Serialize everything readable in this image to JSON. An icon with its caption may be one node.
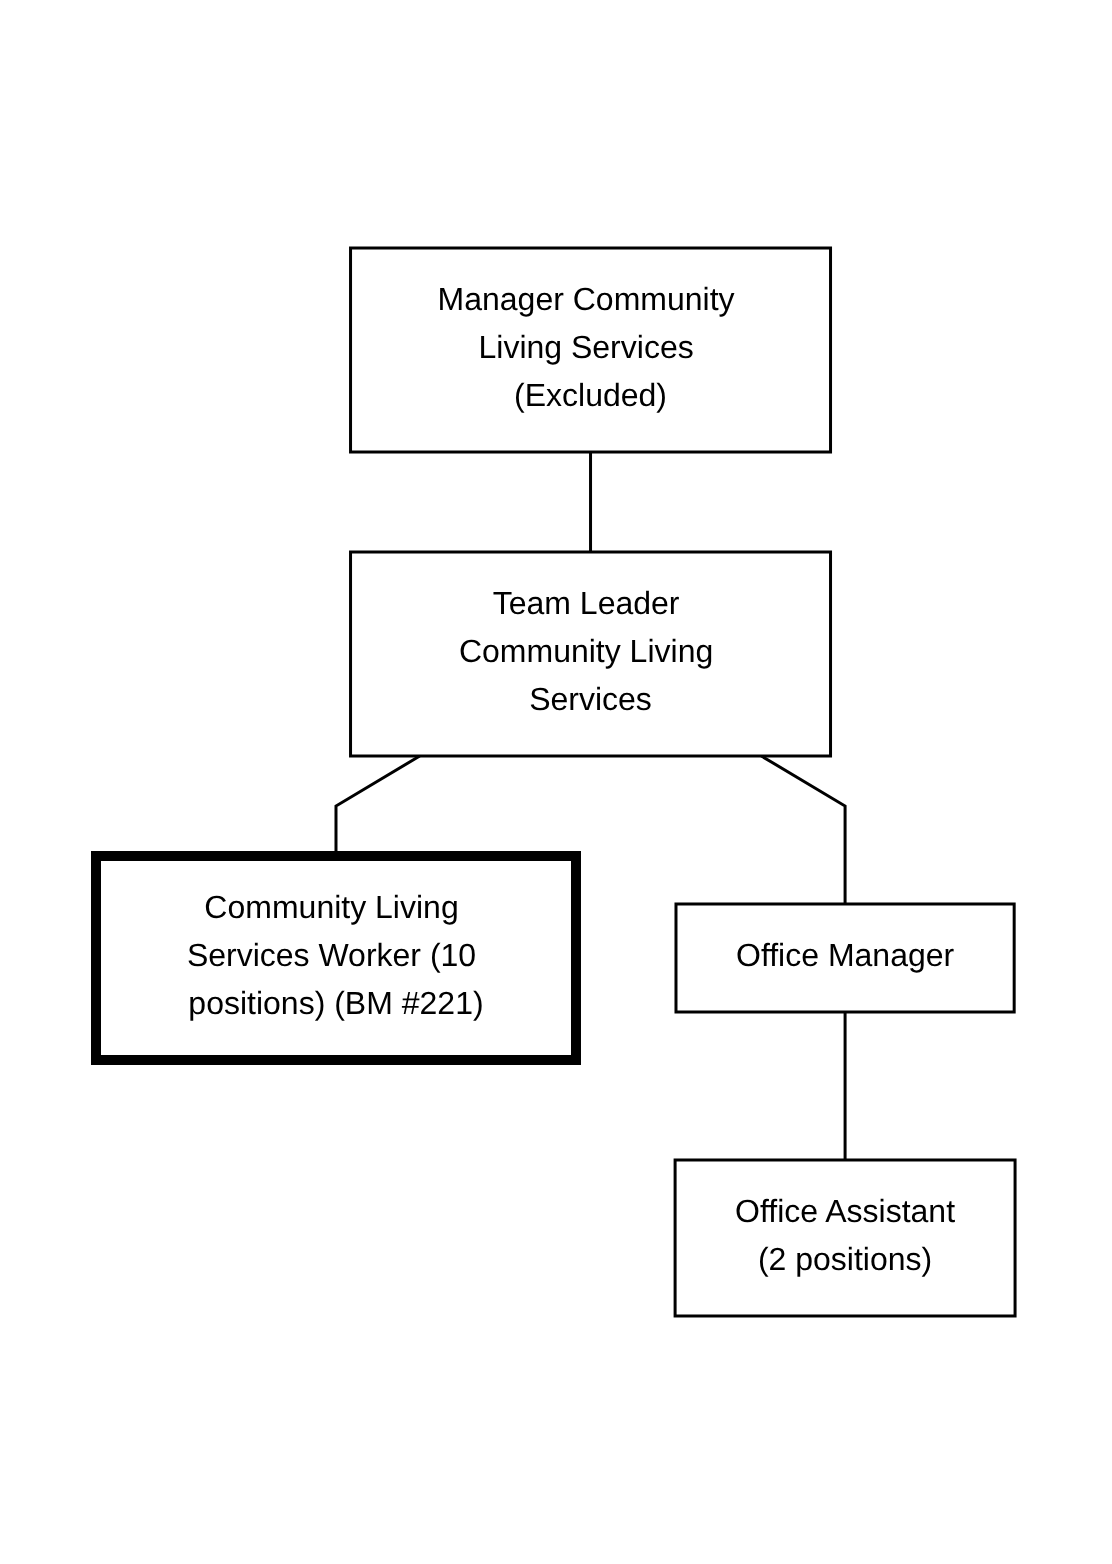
{
  "diagram": {
    "nodes": [
      {
        "text": [
          "Manager Community Living Services (Excluded)"
        ]
      },
      {
        "text": [
          "Team Leader Community Living Services"
        ]
      },
      {
        "text": [
          "Community Living Services Worker (10 positions) (BM #221)"
        ]
      },
      {
        "text": [
          "Office Manager"
        ]
      },
      {
        "text": [
          "Office Assistant",
          "(2 positions)"
        ]
      }
    ],
    "edges": [
      {
        "from": 0,
        "to": 1,
        "arrow": "none"
      },
      {
        "from": 1,
        "to": 2,
        "arrow": "none"
      },
      {
        "from": 1,
        "to": 3,
        "arrow": "none"
      },
      {
        "from": 3,
        "to": 4,
        "arrow": "none"
      }
    ]
  }
}
